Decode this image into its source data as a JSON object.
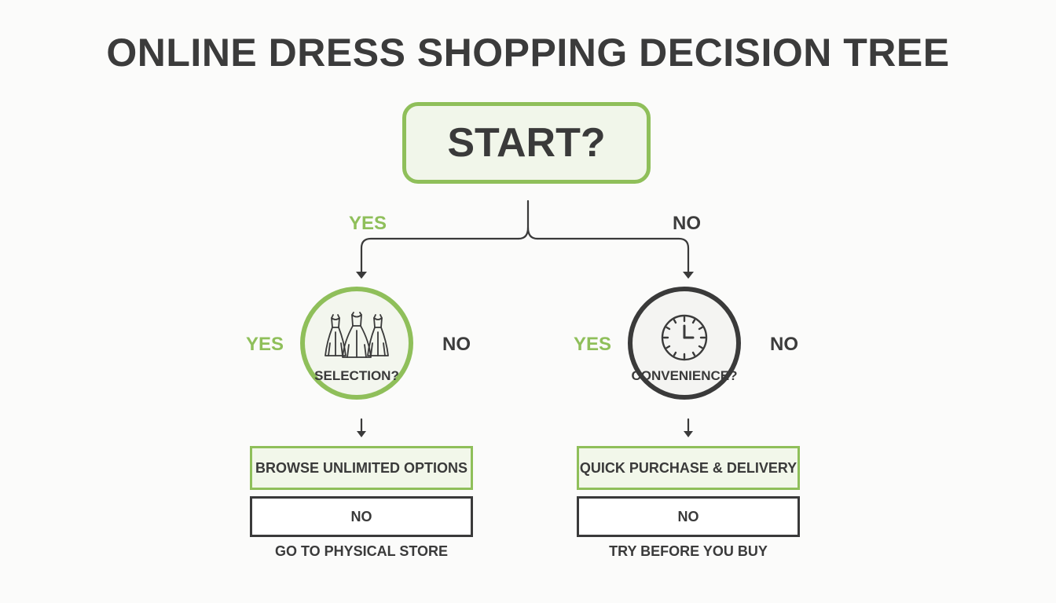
{
  "title": "ONLINE DRESS SHOPPING DECISION TREE",
  "start": {
    "label": "START?"
  },
  "branches": {
    "yes_label": "YES",
    "no_label": "NO"
  },
  "left": {
    "question": "SELECTION?",
    "icon": "dress-icon",
    "yes_label": "YES",
    "no_label": "NO",
    "outcome": "BROWSE UNLIMITED OPTIONS",
    "no_box": "NO",
    "alternative": "GO TO PHYSICAL STORE"
  },
  "right": {
    "question": "CONVENIENCE?",
    "icon": "clock-icon",
    "yes_label": "YES",
    "no_label": "NO",
    "outcome": "QUICK PURCHASE & DELIVERY",
    "no_box": "NO",
    "alternative": "TRY BEFORE YOU BUY"
  },
  "colors": {
    "accent": "#8fbf5a",
    "text": "#3a3a3a",
    "background": "#fbfbfa"
  }
}
